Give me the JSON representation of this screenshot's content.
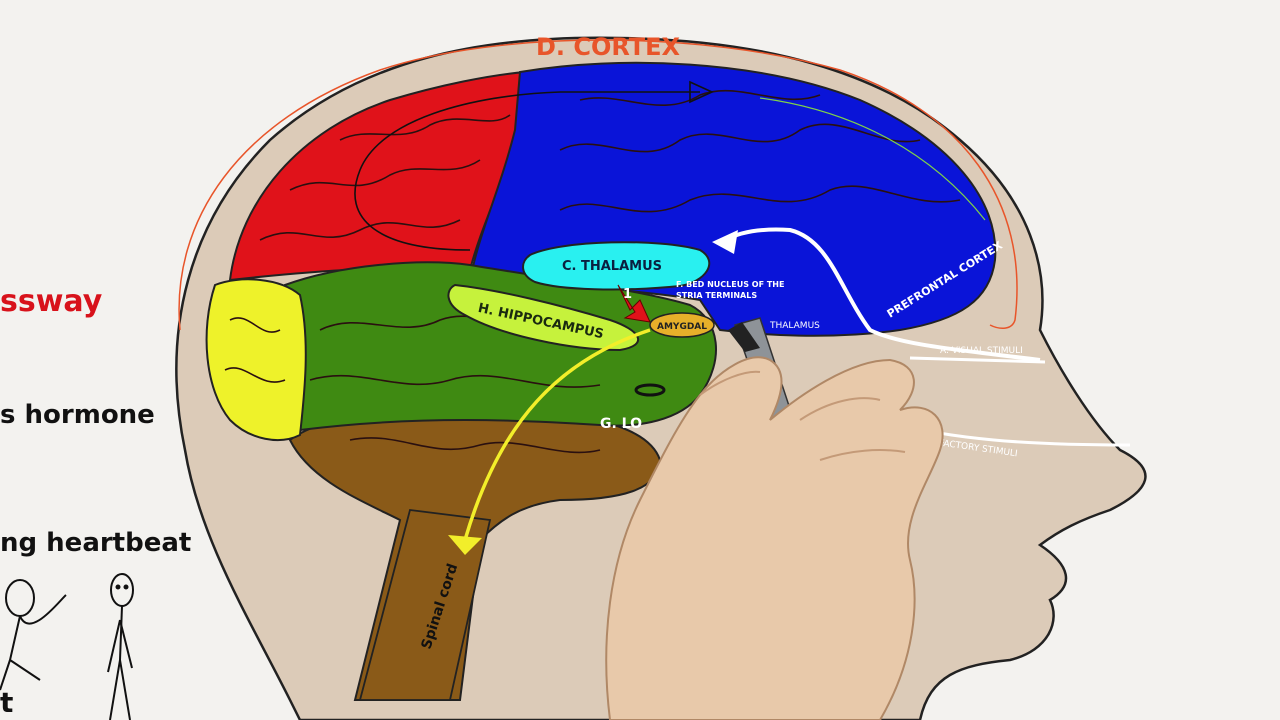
{
  "labels": {
    "cortex": "D. CORTEX",
    "thalamus": "C. THALAMUS",
    "hippocampus": "H. HIPPOCAMPUS",
    "amygdala": "AMYGDAL",
    "bed_nucleus_line1": "F. BED NUCLEUS OF THE",
    "bed_nucleus_line2": "STRIA TERMINALS",
    "hypothalamus": "THALAMUS",
    "prefrontal": "PREFRONTAL CORTEX",
    "locus": "G. LO",
    "visual": "A. VISUAL STIMULI",
    "olfactory": "B. OLFACTORY STIMULI",
    "spinal": "Spinal cord",
    "step_marker": "1"
  },
  "side_text": {
    "line1": "ssway",
    "line2": "s hormone",
    "line3": "ng heartbeat",
    "line4": "t"
  },
  "colors": {
    "cortex_label": "#e8552a",
    "side_red": "#d8121b",
    "blue_lobe": "#0a14d8",
    "red_lobe": "#e0121a",
    "green_lobe": "#3f8a12",
    "yellow_lobe": "#eef22a",
    "thalamus": "#29f0f0",
    "hippocampus": "#c6f23c",
    "brainstem": "#8a5a18",
    "skin": "#dccbb8"
  }
}
